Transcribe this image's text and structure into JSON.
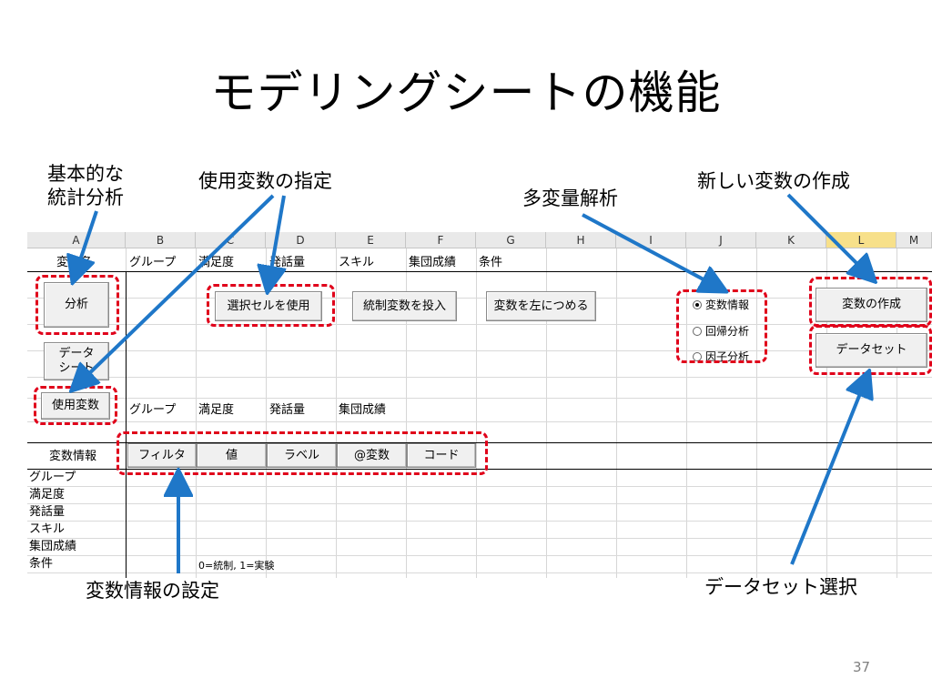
{
  "slide": {
    "title": "モデリングシートの機能",
    "page_number": "37"
  },
  "notes": {
    "basic": "基本的な\n統計分析",
    "use_vars": "使用変数の指定",
    "multivariate": "多変量解析",
    "new_var": "新しい変数の作成",
    "var_info": "変数情報の設定",
    "dataset_select": "データセット選択"
  },
  "sheet": {
    "columns": [
      "A",
      "B",
      "C",
      "D",
      "E",
      "F",
      "G",
      "H",
      "I",
      "J",
      "K",
      "L",
      "M"
    ],
    "selected_column": "L",
    "header_row": {
      "label": "変数名",
      "cells": [
        "グループ",
        "満足度",
        "発話量",
        "スキル",
        "集団成績",
        "条件"
      ]
    },
    "used_vars_row": [
      "グループ",
      "満足度",
      "発話量",
      "集団成績"
    ],
    "var_info_label": "変数情報",
    "var_list": [
      "グループ",
      "満足度",
      "発話量",
      "スキル",
      "集団成績",
      "条件"
    ],
    "condition_note": "0=統制, 1=実験"
  },
  "buttons": {
    "analysis": "分析",
    "data_sheet": "データ\nシート",
    "used_vars": "使用変数",
    "use_selected": "選択セルを使用",
    "insert_control": "統制変数を投入",
    "shift_left": "変数を左につめる",
    "make_var": "変数の作成",
    "dataset": "データセット",
    "tabs": [
      "フィルタ",
      "値",
      "ラベル",
      "@変数",
      "コード"
    ]
  },
  "radio": {
    "options": [
      "変数情報",
      "回帰分析",
      "因子分析"
    ],
    "selected": "変数情報"
  },
  "colors": {
    "highlight": "#e0001a",
    "arrow": "#1f77c8",
    "selected_column": "#f7e08a"
  }
}
